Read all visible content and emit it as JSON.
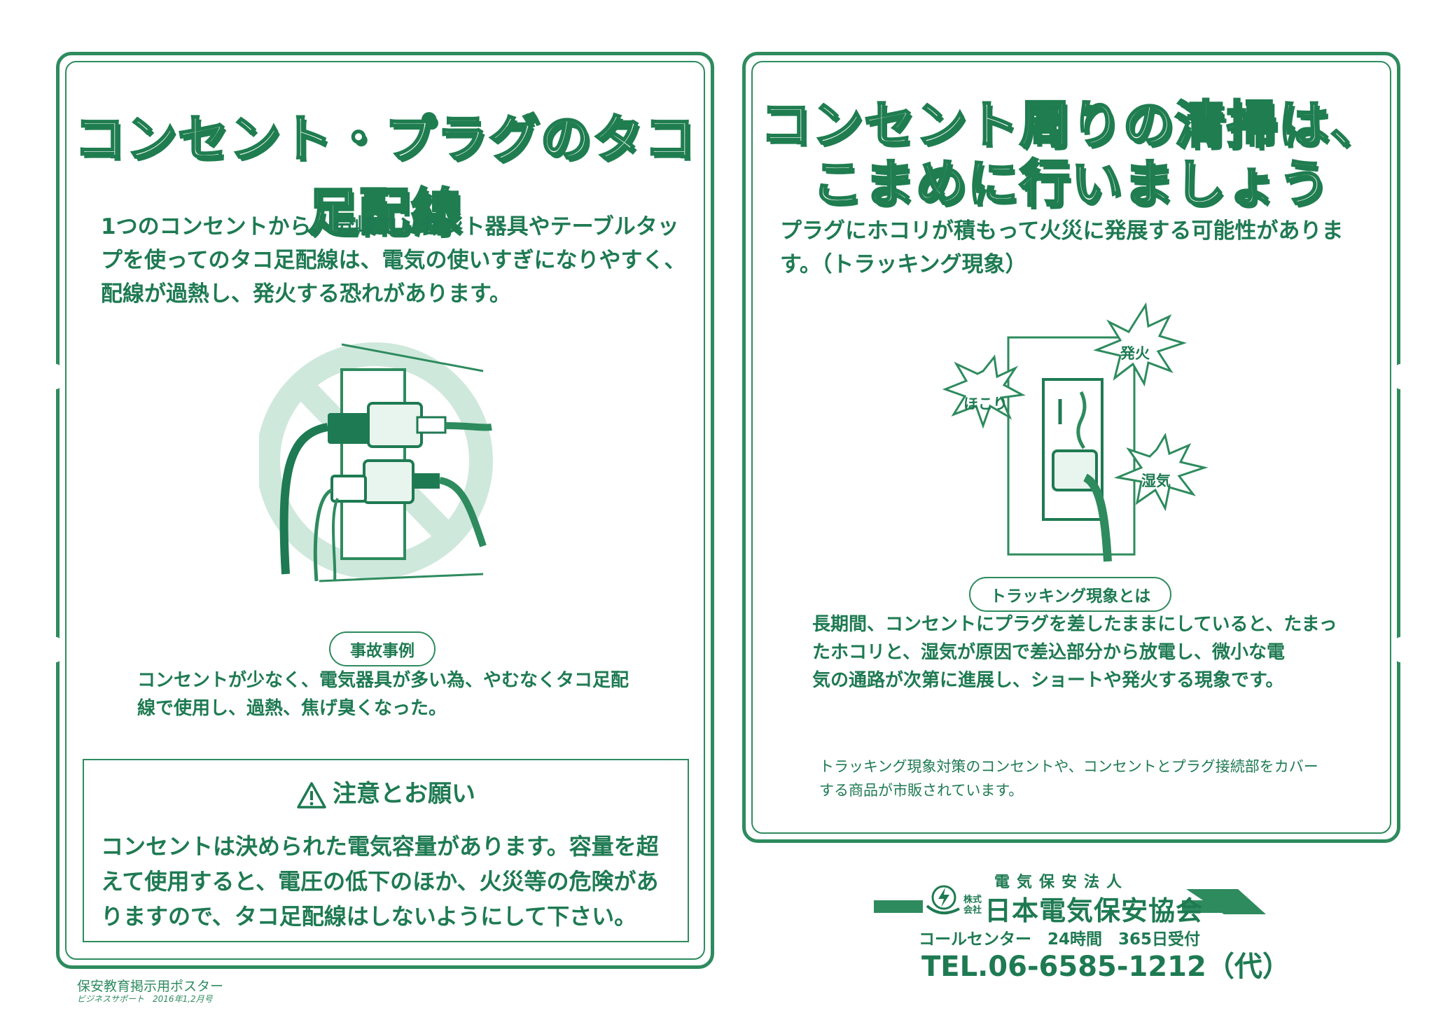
{
  "left": {
    "title": "コンセント・プラグのタコ足配線",
    "intro_lines": [
      "1つのコンセントから、分岐コンセント器具やテーブルタッ",
      "プを使ってのタコ足配線は、電気の使いすぎになりやすく、",
      "配線が過熱し、発火する恐れがあります。"
    ],
    "accident_label": "事故事例",
    "accident_lines": [
      "コンセントが少なく、電気器具が多い為、やむなくタコ足配",
      "線で使用し、過熱、焦げ臭くなった。"
    ],
    "caution_title": "注意とお願い",
    "caution_lines": [
      "コンセントは決められた電気容量があります。容量を超",
      "えて使用すると、電圧の低下のほか、火災等の危険があ",
      "りますので、タコ足配線はしないようにして下さい。"
    ]
  },
  "right": {
    "title_line1": "コンセント周りの清掃は、",
    "title_line2": "こまめに行いましょう",
    "intro_lines": [
      "プラグにホコリが積もって火災に発展する可能性がありま",
      "す。（トラッキング現象）"
    ],
    "burst_labels": {
      "dust": "ほこり",
      "fire": "発火",
      "moisture": "湿気"
    },
    "tracking_label": "トラッキング現象とは",
    "tracking_lines": [
      "長期間、コンセントにプラグを差したままにしていると、たまっ",
      "たホコリと、湿気が原因で差込部分から放電し、微小な電",
      "気の通路が次第に進展し、ショートや発火する現象です。"
    ],
    "note_lines": [
      "トラッキング現象対策のコンセントや、コンセントとプラグ接続部をカバー",
      "する商品が市販されています。"
    ]
  },
  "footer": {
    "poster_label": "保安教育掲示用ポスター",
    "issue_label": "ビジネスサポート　2016年1,2月号",
    "org_sub": "電気保安法人",
    "org_kabu": "株式会社",
    "org_name": "日本電気保安協会",
    "call_center": "コールセンター　24時間　365日受付",
    "tel": "TEL.06-6585-1212（代）"
  },
  "colors": {
    "accent": "#1e7a52",
    "border": "#2e8b5e",
    "tint": "#cfe8dc"
  }
}
